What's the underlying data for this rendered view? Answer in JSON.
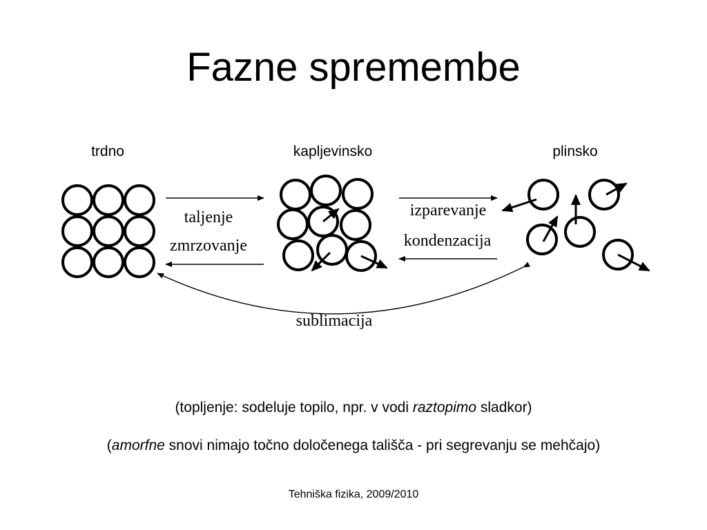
{
  "title": "Fazne spremembe",
  "states": {
    "solid": "trdno",
    "liquid": "kapljevinsko",
    "gas": "plinsko"
  },
  "processes": {
    "melting": "taljenje",
    "freezing": "zmrzovanje",
    "evaporation": "izparevanje",
    "condensation": "kondenzacija",
    "sublimation": "sublimacija"
  },
  "notes": {
    "note1_prefix": "(topljenje: sodeluje topilo, npr. v vodi ",
    "note1_italic": "raztopimo",
    "note1_suffix": " sladkor)",
    "note2_prefix": "(",
    "note2_italic": "amorfne",
    "note2_suffix": " snovi nimajo točno določenega tališča - pri segrevanju se mehčajo)"
  },
  "footer": "Tehniška fizika, 2009/2010",
  "colors": {
    "ink": "#000000",
    "background": "#ffffff"
  }
}
